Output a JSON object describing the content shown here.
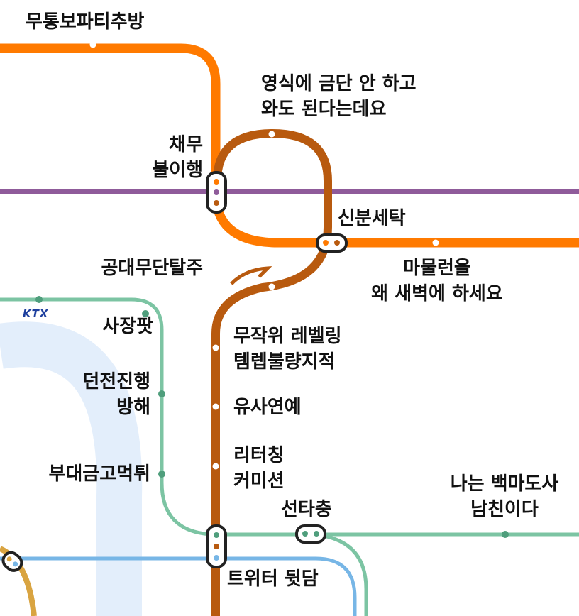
{
  "stations": {
    "mutongbo": "무통보파티추방",
    "yeongsik": [
      "영식에 금단 안 하고",
      "와도 된다는데요"
    ],
    "chaemu": [
      "채무",
      "불이행"
    ],
    "sinbun": "신분세탁",
    "gongdae": "공대무단탈주",
    "mamul": [
      "마물런을",
      "왜 새벽에 하세요"
    ],
    "sajang": "사장팟",
    "mujak": [
      "무작위 레벨링",
      "템렙불량지적"
    ],
    "deonjeon": [
      "던전진행",
      "방해"
    ],
    "yusa": "유사연예",
    "budae": "부대금고먹튀",
    "rita": [
      "리터칭",
      "커미션"
    ],
    "nan": [
      "나는 백마도사",
      "남친이다"
    ],
    "seonta": "선타충",
    "twitter": "트위터 뒷담"
  },
  "rail_logo": "KTX",
  "colors": {
    "orange_line": "#ff7a00",
    "brown_line": "#b85a0f",
    "purple_line": "#8f5b9a",
    "green_line": "#7cc4a3",
    "blue_line": "#77b6e6",
    "gold_line": "#d9a441",
    "river": "#e3eefb",
    "label": "#111111"
  }
}
